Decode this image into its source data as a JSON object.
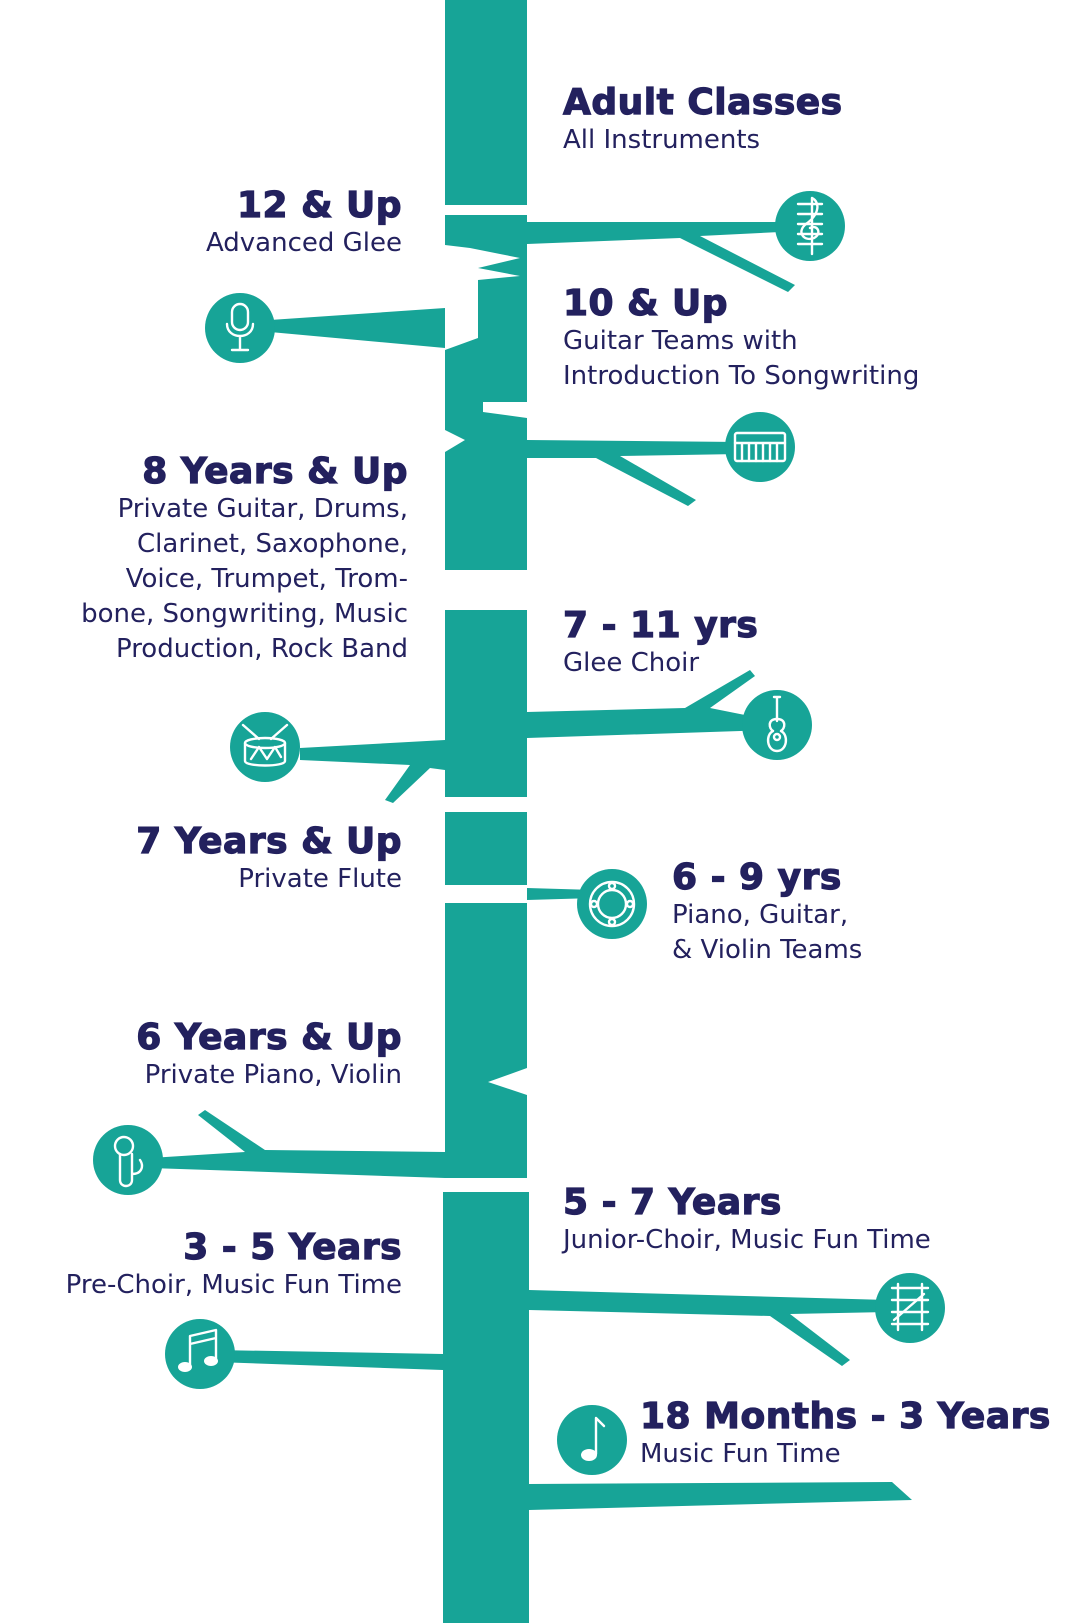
{
  "accent_color": "#17a497",
  "text_color": "#23215e",
  "stages": [
    {
      "id": "adult",
      "title": "Adult Classes",
      "detail": "All Instruments"
    },
    {
      "id": "12-up",
      "title": "12 & Up",
      "detail": "Advanced Glee",
      "icon": "treble-clef-icon"
    },
    {
      "id": "10-up",
      "title": "10 & Up",
      "detail": "Guitar Teams with\nIntroduction To Songwriting",
      "icon": "microphone-icon"
    },
    {
      "id": "8-up",
      "title": "8 Years & Up",
      "detail": "Private Guitar, Drums,\nClarinet, Saxophone,\nVoice, Trumpet, Trom-\nbone, Songwriting, Music\nProduction, Rock Band",
      "icon": "keyboard-icon"
    },
    {
      "id": "7-11",
      "title": "7 - 11 yrs",
      "detail": "Glee Choir",
      "icon": "guitar-icon"
    },
    {
      "id": "7-up",
      "title": "7 Years & Up",
      "detail": "Private Flute",
      "icon": "drum-icon"
    },
    {
      "id": "6-9",
      "title": "6 - 9 yrs",
      "detail": "Piano, Guitar,\n& Violin Teams",
      "icon": "tambourine-icon"
    },
    {
      "id": "6-up",
      "title": "6 Years & Up",
      "detail": "Private Piano, Violin",
      "icon": "handheld-mic-icon"
    },
    {
      "id": "5-7",
      "title": "5 - 7 Years",
      "detail": "Junior-Choir, Music Fun Time",
      "icon": "xylophone-icon"
    },
    {
      "id": "3-5",
      "title": "3 - 5 Years",
      "detail": "Pre-Choir, Music Fun Time",
      "icon": "beamed-notes-icon"
    },
    {
      "id": "18m-3",
      "title": "18 Months - 3 Years",
      "detail": "Music Fun Time",
      "icon": "music-note-icon"
    }
  ]
}
